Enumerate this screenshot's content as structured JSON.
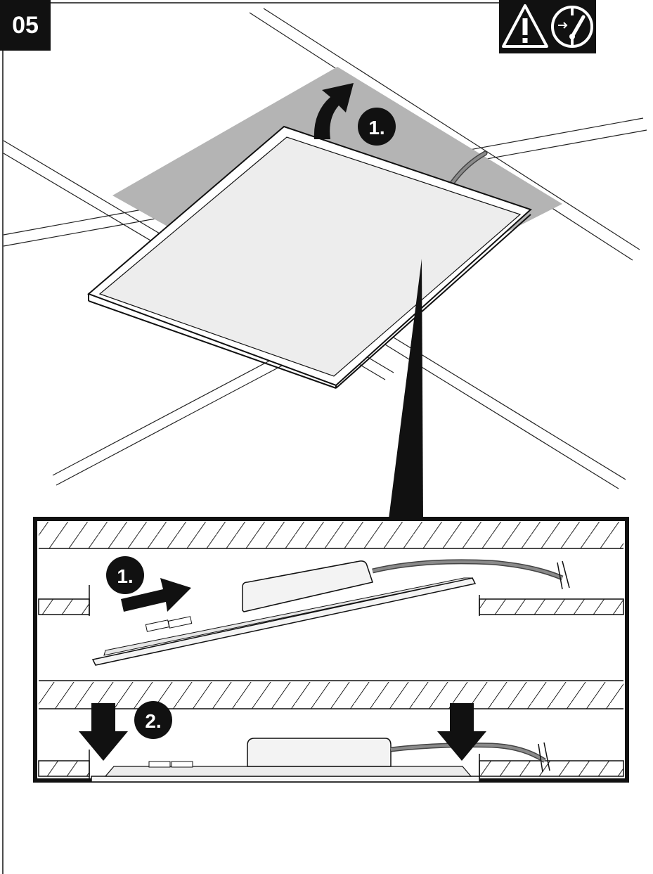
{
  "step": {
    "number": "05"
  },
  "icons": {
    "warning": "warning-triangle-icon",
    "power_off": "power-switch-off-icon"
  },
  "labels": {
    "top_step_1": "1.",
    "detail_step_1": "1.",
    "detail_step_2": "2."
  },
  "colors": {
    "ink": "#111111",
    "ceiling_gray": "#b4b4b4",
    "panel_face": "#f0f0f0",
    "cable": "#6e6e6e"
  }
}
